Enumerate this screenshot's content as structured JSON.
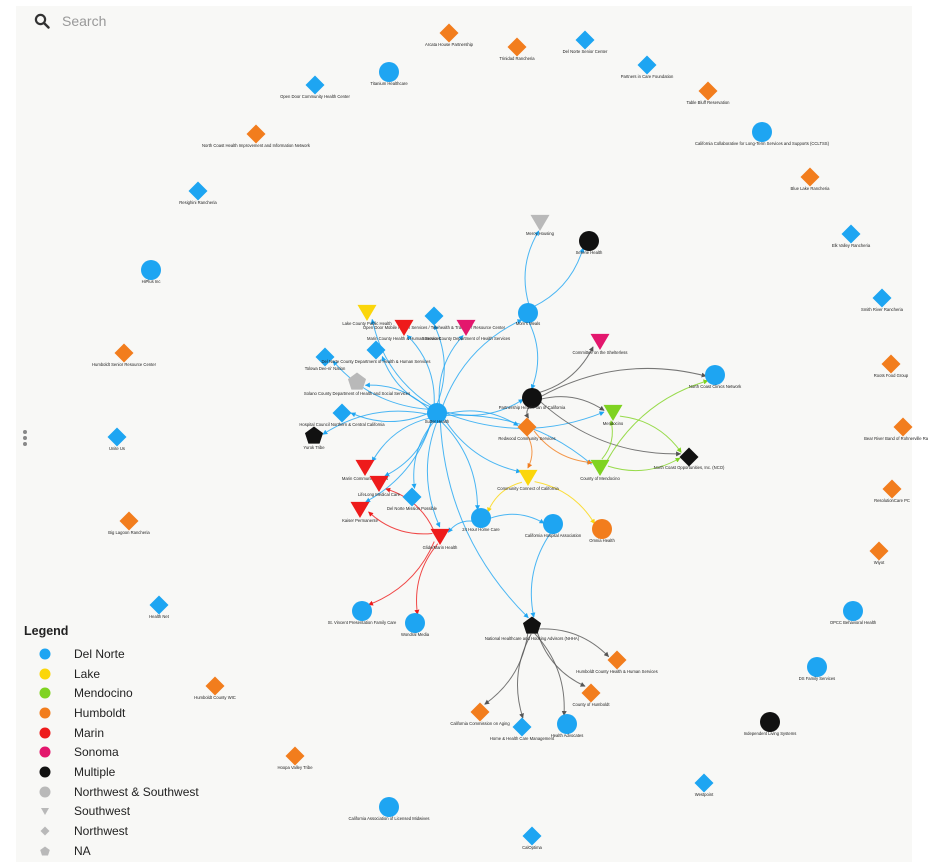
{
  "search": {
    "placeholder": "Search"
  },
  "legend": {
    "title": "Legend",
    "items": [
      {
        "label": "Del Norte",
        "kind": "dot",
        "color": "#1ea5f2"
      },
      {
        "label": "Lake",
        "kind": "dot",
        "color": "#fbd60b"
      },
      {
        "label": "Mendocino",
        "kind": "dot",
        "color": "#7fd321"
      },
      {
        "label": "Humboldt",
        "kind": "dot",
        "color": "#f27d1d"
      },
      {
        "label": "Marin",
        "kind": "dot",
        "color": "#ee1b1b"
      },
      {
        "label": "Sonoma",
        "kind": "dot",
        "color": "#e3176d"
      },
      {
        "label": "Multiple",
        "kind": "dot",
        "color": "#111111"
      },
      {
        "label": "Northwest & Southwest",
        "kind": "dot",
        "color": "#b9b9b9"
      },
      {
        "label": "Southwest",
        "kind": "triangle",
        "color": "#b9b9b9"
      },
      {
        "label": "Northwest",
        "kind": "diamond",
        "color": "#b9b9b9"
      },
      {
        "label": "NA",
        "kind": "pentagon",
        "color": "#b9b9b9"
      }
    ]
  },
  "network": {
    "nodes": [
      {
        "id": "arcata",
        "label": "Arcata House Partnership",
        "shape": "diamond",
        "color": "#f27d1d"
      },
      {
        "id": "trinidad",
        "label": "Trinidad Rancheria",
        "shape": "diamond",
        "color": "#f27d1d"
      },
      {
        "id": "dnsc",
        "label": "Del Norte Senior Center",
        "shape": "diamond",
        "color": "#1ea5f2"
      },
      {
        "id": "titanium",
        "label": "Titanium Healthcare",
        "shape": "circle",
        "color": "#1ea5f2"
      },
      {
        "id": "openddoor",
        "label": "Open Door Community Health Center",
        "shape": "diamond",
        "color": "#1ea5f2"
      },
      {
        "id": "partners",
        "label": "Partners in Care Foundation",
        "shape": "diamond",
        "color": "#1ea5f2"
      },
      {
        "id": "tablebluff",
        "label": "Table Bluff Reservation",
        "shape": "diamond",
        "color": "#f27d1d"
      },
      {
        "id": "nchiin",
        "label": "North Coast Health Improvement and Information Network",
        "shape": "diamond",
        "color": "#f27d1d"
      },
      {
        "id": "ccltss",
        "label": "California Collaborative for Long-Term Services and Supports (CCLTSS)",
        "shape": "circle",
        "color": "#1ea5f2"
      },
      {
        "id": "resighini",
        "label": "Resighini Rancheria",
        "shape": "diamond",
        "color": "#1ea5f2"
      },
      {
        "id": "bluelake",
        "label": "Blue Lake Rancheria",
        "shape": "diamond",
        "color": "#f27d1d"
      },
      {
        "id": "elkvalley",
        "label": "Elk Valley Rancheria",
        "shape": "diamond",
        "color": "#1ea5f2"
      },
      {
        "id": "hiplus",
        "label": "HiPlus Inc",
        "shape": "circle",
        "color": "#1ea5f2"
      },
      {
        "id": "tolowa",
        "label": "Tolowa Dee-ni' Nation",
        "shape": "diamond",
        "color": "#1ea5f2"
      },
      {
        "id": "smithriver",
        "label": "Smith River Rancheria",
        "shape": "diamond",
        "color": "#1ea5f2"
      },
      {
        "id": "hsrc",
        "label": "Humboldt Senior Resource Center",
        "shape": "diamond",
        "color": "#f27d1d"
      },
      {
        "id": "northcoastclinics",
        "label": "North Coast Clinics Network",
        "shape": "circle",
        "color": "#1ea5f2"
      },
      {
        "id": "rootsfood",
        "label": "Roots Food Group",
        "shape": "diamond",
        "color": "#f27d1d"
      },
      {
        "id": "unitedus",
        "label": "Unite Us",
        "shape": "diamond",
        "color": "#1ea5f2"
      },
      {
        "id": "bearriver",
        "label": "Bear River Band of Rohnerville Rancheria",
        "shape": "diamond",
        "color": "#f27d1d"
      },
      {
        "id": "resolutioncare",
        "label": "ResolutionCare PC",
        "shape": "diamond",
        "color": "#f27d1d"
      },
      {
        "id": "biglagoon",
        "label": "Big Lagoon Rancheria",
        "shape": "diamond",
        "color": "#f27d1d"
      },
      {
        "id": "wiyot",
        "label": "Wiyot",
        "shape": "diamond",
        "color": "#f27d1d"
      },
      {
        "id": "healthnet",
        "label": "Health Net",
        "shape": "diamond",
        "color": "#1ea5f2"
      },
      {
        "id": "opcc",
        "label": "OPCC Behavioral Health",
        "shape": "circle",
        "color": "#1ea5f2"
      },
      {
        "id": "hcwic",
        "label": "Humboldt County WIC",
        "shape": "diamond",
        "color": "#f27d1d"
      },
      {
        "id": "dsfamily",
        "label": "DS Family Services",
        "shape": "circle",
        "color": "#1ea5f2"
      },
      {
        "id": "independent",
        "label": "Independent Living Systems",
        "shape": "circle",
        "color": "#111111"
      },
      {
        "id": "hoopa",
        "label": "Hoopa Valley Tribe",
        "shape": "diamond",
        "color": "#f27d1d"
      },
      {
        "id": "westpoint",
        "label": "Westpoint",
        "shape": "diamond",
        "color": "#1ea5f2"
      },
      {
        "id": "calmidwives",
        "label": "California Association of Licensed Midwives",
        "shape": "circle",
        "color": "#1ea5f2"
      },
      {
        "id": "caloptima",
        "label": "CalOptima",
        "shape": "diamond",
        "color": "#1ea5f2"
      },
      {
        "id": "mercyhousing",
        "label": "Mercy Housing",
        "shape": "triangle",
        "color": "#b9b9b9"
      },
      {
        "id": "serenehealth",
        "label": "Serene Health",
        "shape": "circle",
        "color": "#111111"
      },
      {
        "id": "lakehealth",
        "label": "Lake County Public Health",
        "shape": "triangle",
        "color": "#fbd60b"
      },
      {
        "id": "openddoor2",
        "label": "Open Door Mobile Health Services / Telehealth & Training / Resource Center",
        "shape": "diamond",
        "color": "#1ea5f2"
      },
      {
        "id": "sonomacounty",
        "label": "Sonoma County Department of Health Services",
        "shape": "triangle",
        "color": "#e3176d"
      },
      {
        "id": "marinmarin",
        "label": "Marin County Health & Human Services",
        "shape": "triangle",
        "color": "#ee1b1b"
      },
      {
        "id": "mmh",
        "label": "Mom's Meals",
        "shape": "circle",
        "color": "#1ea5f2"
      },
      {
        "id": "commdisab",
        "label": "Committee on the Shelterless",
        "shape": "triangle",
        "color": "#e3176d"
      },
      {
        "id": "dnchhs",
        "label": "Del Norte County Department of Health & Human Services",
        "shape": "diamond",
        "color": "#1ea5f2"
      },
      {
        "id": "solano",
        "label": "Solano County Department of Health and Social Services",
        "shape": "pentagon",
        "color": "#b9b9b9"
      },
      {
        "id": "partnershp",
        "label": "Partnership HealthPlan of California",
        "shape": "circle",
        "color": "#111111"
      },
      {
        "id": "redwood",
        "label": "Redwood Community Services",
        "shape": "diamond",
        "color": "#f27d1d"
      },
      {
        "id": "hospitalcouncil",
        "label": "Hospital Council Northern & Central California",
        "shape": "diamond",
        "color": "#1ea5f2"
      },
      {
        "id": "sutter",
        "label": "Sutter Health",
        "shape": "circle",
        "color": "#1ea5f2"
      },
      {
        "id": "yurok",
        "label": "Yurok Tribe",
        "shape": "pentagon",
        "color": "#111111"
      },
      {
        "id": "mendocino",
        "label": "Mendocino",
        "shape": "triangle",
        "color": "#7fd321"
      },
      {
        "id": "ncoi",
        "label": "North Coast Opportunities, Inc. (NCO)",
        "shape": "diamond",
        "color": "#111111"
      },
      {
        "id": "maincommunity",
        "label": "Marin Community Clinics",
        "shape": "triangle",
        "color": "#ee1b1b"
      },
      {
        "id": "lifelong",
        "label": "LifeLong Medical Care",
        "shape": "triangle",
        "color": "#ee1b1b"
      },
      {
        "id": "countymendo",
        "label": "County of Mendocino",
        "shape": "triangle",
        "color": "#7fd321"
      },
      {
        "id": "communityconn",
        "label": "Community Connect of California",
        "shape": "triangle",
        "color": "#fbd60b"
      },
      {
        "id": "dnmission",
        "label": "Del Norte Mission Possible",
        "shape": "diamond",
        "color": "#1ea5f2"
      },
      {
        "id": "kaiser",
        "label": "Kaiser Permanente",
        "shape": "triangle",
        "color": "#ee1b1b"
      },
      {
        "id": "ohc",
        "label": "24 Hour Home Care",
        "shape": "circle",
        "color": "#1ea5f2"
      },
      {
        "id": "calhospital",
        "label": "California Hospital Association",
        "shape": "circle",
        "color": "#1ea5f2"
      },
      {
        "id": "stmarin",
        "label": "Glide/Marin Health",
        "shape": "triangle",
        "color": "#ee1b1b"
      },
      {
        "id": "omnia",
        "label": "Omnia Health",
        "shape": "circle",
        "color": "#f27d1d"
      },
      {
        "id": "stvincent",
        "label": "St. Vincent Presentation Family Care",
        "shape": "circle",
        "color": "#1ea5f2"
      },
      {
        "id": "wondermedia",
        "label": "Wondral Media",
        "shape": "circle",
        "color": "#1ea5f2"
      },
      {
        "id": "nhhaa",
        "label": "National Healthcare and Housing Advisors (NHHA)",
        "shape": "pentagon",
        "color": "#111111"
      },
      {
        "id": "hcdhhs",
        "label": "Humboldt County Health & Human Services",
        "shape": "diamond",
        "color": "#f27d1d"
      },
      {
        "id": "countyhumboldt",
        "label": "County of Humboldt",
        "shape": "diamond",
        "color": "#f27d1d"
      },
      {
        "id": "ccaging",
        "label": "California Commission on Aging",
        "shape": "diamond",
        "color": "#f27d1d"
      },
      {
        "id": "homehealth",
        "label": "Home & Health Care Management",
        "shape": "diamond",
        "color": "#1ea5f2"
      },
      {
        "id": "healthadvocates",
        "label": "Health Advocates",
        "shape": "circle",
        "color": "#1ea5f2"
      }
    ],
    "edges": [
      [
        "sutter",
        "lakehealth"
      ],
      [
        "sutter",
        "openddoor2"
      ],
      [
        "sutter",
        "sonomacounty"
      ],
      [
        "sutter",
        "marinmarin"
      ],
      [
        "sutter",
        "dnchhs"
      ],
      [
        "sutter",
        "solano"
      ],
      [
        "sutter",
        "hospitalcouncil"
      ],
      [
        "sutter",
        "yurok"
      ],
      [
        "sutter",
        "tolowa"
      ],
      [
        "sutter",
        "maincommunity"
      ],
      [
        "sutter",
        "lifelong"
      ],
      [
        "sutter",
        "dnmission"
      ],
      [
        "sutter",
        "kaiser"
      ],
      [
        "sutter",
        "stmarin"
      ],
      [
        "sutter",
        "mmh"
      ],
      [
        "sutter",
        "partnershp"
      ],
      [
        "sutter",
        "redwood"
      ],
      [
        "sutter",
        "communityconn"
      ],
      [
        "sutter",
        "countymendo"
      ],
      [
        "sutter",
        "mendocino"
      ],
      [
        "sutter",
        "ohc"
      ],
      [
        "sutter",
        "nhhaa"
      ],
      [
        "mmh",
        "mercyhousing"
      ],
      [
        "mmh",
        "serenehealth"
      ],
      [
        "mmh",
        "partnershp"
      ],
      [
        "partnershp",
        "commdisab"
      ],
      [
        "partnershp",
        "mendocino"
      ],
      [
        "partnershp",
        "ncoi"
      ],
      [
        "partnershp",
        "northcoastclinics"
      ],
      [
        "partnershp",
        "redwood"
      ],
      [
        "mendocino",
        "ncoi"
      ],
      [
        "countymendo",
        "mendocino"
      ],
      [
        "countymendo",
        "northcoastclinics"
      ],
      [
        "countymendo",
        "ncoi"
      ],
      [
        "communityconn",
        "omnia"
      ],
      [
        "communityconn",
        "ohc"
      ],
      [
        "ohc",
        "calhospital"
      ],
      [
        "ohc",
        "stmarin"
      ],
      [
        "stmarin",
        "stvincent"
      ],
      [
        "stmarin",
        "wondermedia"
      ],
      [
        "stmarin",
        "kaiser"
      ],
      [
        "stmarin",
        "lifelong"
      ],
      [
        "nhhaa",
        "hcdhhs"
      ],
      [
        "nhhaa",
        "countyhumboldt"
      ],
      [
        "nhhaa",
        "ccaging"
      ],
      [
        "nhhaa",
        "homehealth"
      ],
      [
        "nhhaa",
        "healthadvocates"
      ],
      [
        "calhospital",
        "nhhaa"
      ],
      [
        "redwood",
        "communityconn"
      ],
      [
        "redwood",
        "countymendo"
      ]
    ]
  }
}
